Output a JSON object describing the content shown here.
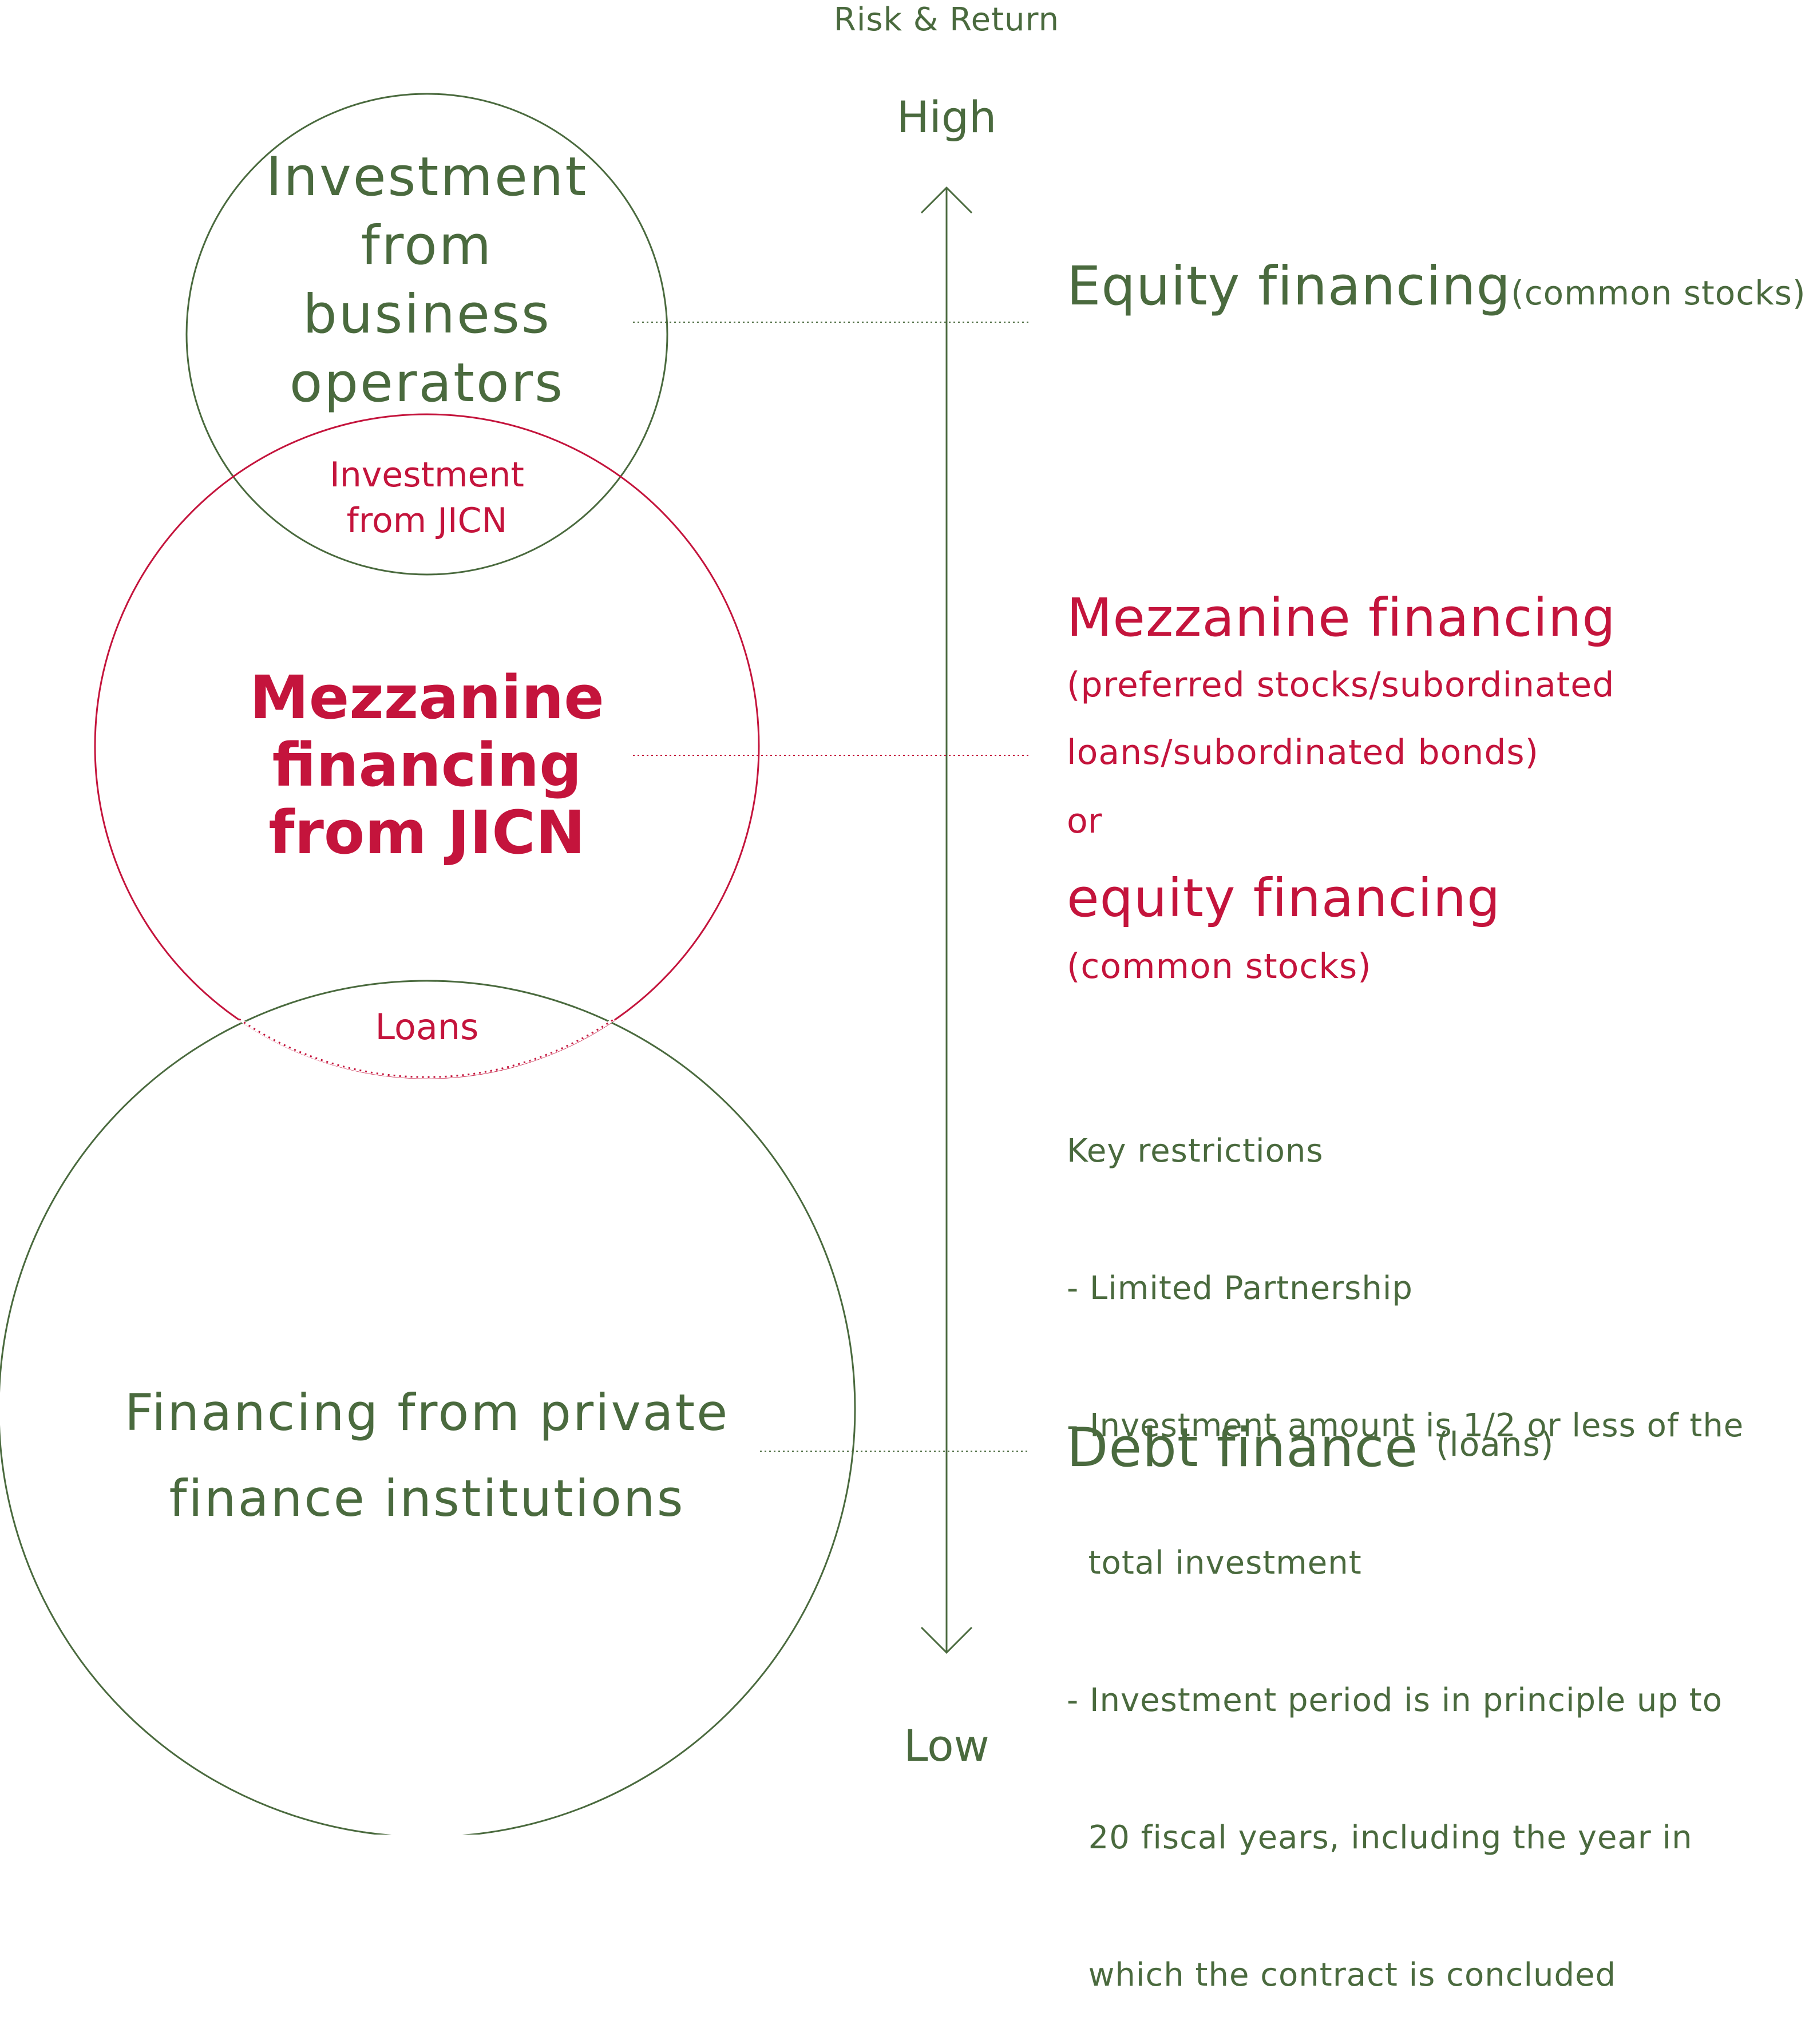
{
  "colors": {
    "green": "#4a6a3e",
    "red": "#c4143c"
  },
  "axis": {
    "title": "Risk & Return",
    "high": "High",
    "low": "Low"
  },
  "circles": {
    "business": {
      "label": [
        "Investment",
        "from",
        "business",
        "operators"
      ]
    },
    "overlap_top": {
      "label": [
        "Investment",
        "from JICN"
      ]
    },
    "jicn": {
      "label": [
        "Mezzanine",
        "financing",
        "from JICN"
      ]
    },
    "overlap_bottom": {
      "label": "Loans"
    },
    "private": {
      "label": [
        "Financing from private",
        "finance institutions"
      ]
    }
  },
  "right": {
    "equity": {
      "main": "Equity financing",
      "sub": "(common stocks)"
    },
    "mezzanine": {
      "main": "Mezzanine financing",
      "sub_line1": "(preferred stocks/subordinated",
      "sub_line2": "loans/subordinated bonds)",
      "or": "or",
      "equity_main": "equity financing",
      "equity_sub": "(common stocks)"
    },
    "restrictions": {
      "title": "Key restrictions",
      "lines": [
        "- Limited Partnership",
        "- Investment amount is 1/2 or less of the",
        "  total investment",
        "- Investment period is in principle up to",
        "  20 fiscal years, including the year in",
        "  which the contract is concluded"
      ]
    },
    "debt": {
      "main": "Debt finance",
      "sub": "(loans)"
    }
  }
}
